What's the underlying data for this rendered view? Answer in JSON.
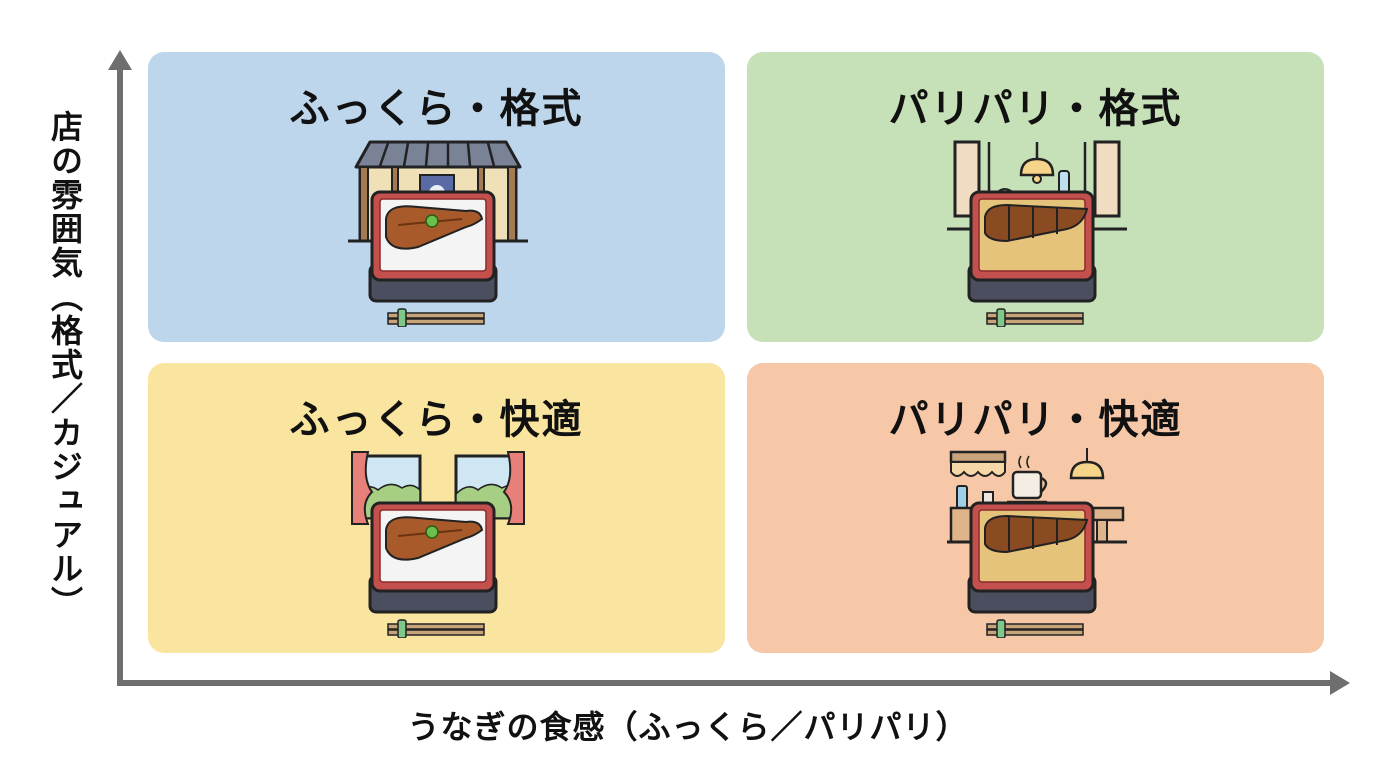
{
  "diagram": {
    "type": "2x2 quadrant matrix",
    "y_axis": {
      "label": "店の雰囲気（格式／カジュアル）",
      "top": "格式",
      "bottom": "カジュアル"
    },
    "x_axis": {
      "label": "うなぎの食感（ふっくら／パリパリ）",
      "left": "ふっくら",
      "right": "パリパリ"
    },
    "quadrants": [
      {
        "id": "top-left",
        "title": "ふっくら・格式",
        "color": "#bdd6ec",
        "illustration": "traditional-japanese-house-with-fluffy-unaju",
        "elements": [
          "tiled-roof-house",
          "unaju-box-white-rice",
          "whole-eel-fillet",
          "green-garnish",
          "chopsticks"
        ]
      },
      {
        "id": "top-right",
        "title": "パリパリ・格式",
        "color": "#c6e0b8",
        "illustration": "formal-dining-room-with-crispy-unaju",
        "elements": [
          "tall-windows",
          "pendant-lamp",
          "sake-bottle",
          "small-pot",
          "unaju-box-seasoned-rice",
          "sliced-crispy-eel",
          "chopsticks"
        ]
      },
      {
        "id": "bottom-left",
        "title": "ふっくら・快適",
        "color": "#fae5a0",
        "illustration": "windows-with-curtains-and-fluffy-unaju",
        "elements": [
          "curtained-windows",
          "trees-outside",
          "unaju-box-white-rice",
          "whole-eel-fillet",
          "green-garnish",
          "chopsticks"
        ]
      },
      {
        "id": "bottom-right",
        "title": "パリパリ・快適",
        "color": "#f6c8a8",
        "illustration": "cafe-counter-with-crispy-unaju",
        "elements": [
          "awning",
          "coffee-cup",
          "pendant-lamp",
          "counter",
          "bottles",
          "unaju-box-seasoned-rice",
          "sliced-crispy-eel",
          "chopsticks"
        ]
      }
    ],
    "colors": {
      "axis": "#6e6e6e",
      "text": "#111111",
      "background": "#ffffff",
      "box_outer": "#4a4e5e",
      "box_rim": "#c4504e",
      "eel": "#a85a2a",
      "rice_white": "#f4f4f4",
      "rice_seasoned": "#e6c37a",
      "garnish": "#6cbf4a",
      "chopstick": "#c8a47a",
      "chopstick_rest": "#7fc88a"
    }
  }
}
